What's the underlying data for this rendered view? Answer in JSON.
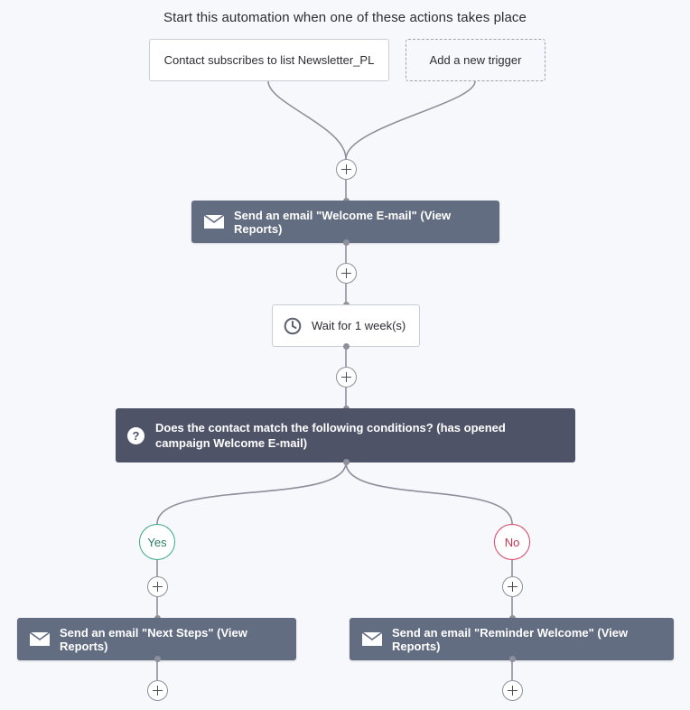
{
  "heading": "Start this automation when one of these actions takes place",
  "triggers": [
    {
      "label": "Contact subscribes to list Newsletter_PL"
    },
    {
      "label": "Add a new trigger"
    }
  ],
  "steps": {
    "send_welcome": {
      "label": "Send an email \"Welcome E-mail\" (View Reports)",
      "icon": "mail-icon"
    },
    "wait": {
      "label": "Wait for 1 week(s)",
      "icon": "clock-icon"
    },
    "condition": {
      "label": "Does the contact match the following conditions? (has opened campaign Welcome E-mail)",
      "icon": "?"
    }
  },
  "branches": {
    "yes": {
      "label": "Yes",
      "color": "#3aa882",
      "action": "Send an email \"Next Steps\" (View Reports)"
    },
    "no": {
      "label": "No",
      "color": "#d8405e",
      "action": "Send an email \"Reminder Welcome\" (View Reports)"
    }
  },
  "colors": {
    "action_bg": "#636d82",
    "condition_bg": "#4f5367",
    "page_bg": "#f7f8fc",
    "connector": "#8d909c"
  }
}
